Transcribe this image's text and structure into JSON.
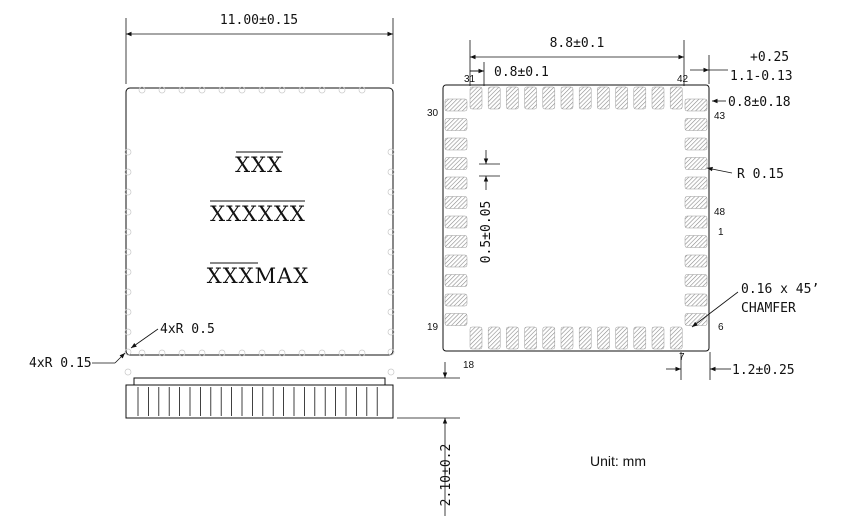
{
  "top_view": {
    "width_dim": "11.00±0.15",
    "marking": {
      "line1": "XXX",
      "line2": "XXXXXX",
      "line3_overbar": "XXX",
      "line3_tail": "XXXMAX"
    },
    "corner_pad_radius": "4xR 0.5",
    "corner_body_radius": "4xR 0.15"
  },
  "side_view": {
    "height_dim": "2.10±0.2"
  },
  "bottom_view": {
    "pad_span_dim": "8.8±0.1",
    "pitch_dim": "0.8±0.1",
    "edge_tol_plus": "+0.25",
    "edge_dim": "1.1-0.13",
    "pad_width_dim": "0.8±0.18",
    "pad_radius": "R 0.15",
    "pad_gap_dim": "0.5±0.05",
    "chamfer_line1": "0.16 x 45’",
    "chamfer_line2": "CHAMFER",
    "pad_length_dim": "1.2±0.25",
    "pins": {
      "p31": "31",
      "p42": "42",
      "p30": "30",
      "p43": "43",
      "p48": "48",
      "p1": "1",
      "p19": "19",
      "p6": "6",
      "p18": "18",
      "p7": "7"
    }
  },
  "unit_label": "Unit: mm",
  "colors": {
    "ink": "#111111",
    "pad_hatch": "#9a9a9a",
    "body_fill": "#ffffff"
  }
}
